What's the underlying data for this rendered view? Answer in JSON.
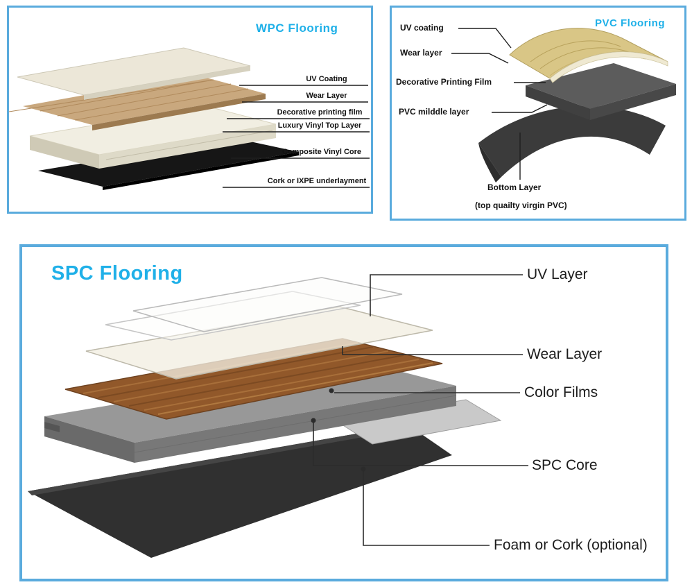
{
  "colors": {
    "panel_border": "#5aabdd",
    "title_cyan": "#1fb0e8",
    "label_text": "#111111",
    "wood_layer": "#c9a87e",
    "core_white": "#f1eee2",
    "underlayment_black": "#161616",
    "spc_core_gray": "#989898",
    "foam_dark": "#303030"
  },
  "panels": {
    "wpc": {
      "title": "WPC Flooring",
      "labels": [
        "UV Coating",
        "Wear Layer",
        "Decorative printing film",
        "Luxury Vinyl Top Layer",
        "Composite Vinyl Core",
        "Cork or IXPE underlayment"
      ]
    },
    "pvc": {
      "title": "PVC Flooring",
      "labels": [
        "UV coating",
        "Wear layer",
        "Decorative Printing Film",
        "PVC milddle layer",
        "Bottom Layer",
        "(top quailty virgin PVC)"
      ]
    },
    "spc": {
      "title": "SPC Flooring",
      "labels": [
        "UV Layer",
        "Wear Layer",
        "Color Films",
        "SPC Core",
        "Foam or Cork (optional)"
      ]
    }
  }
}
